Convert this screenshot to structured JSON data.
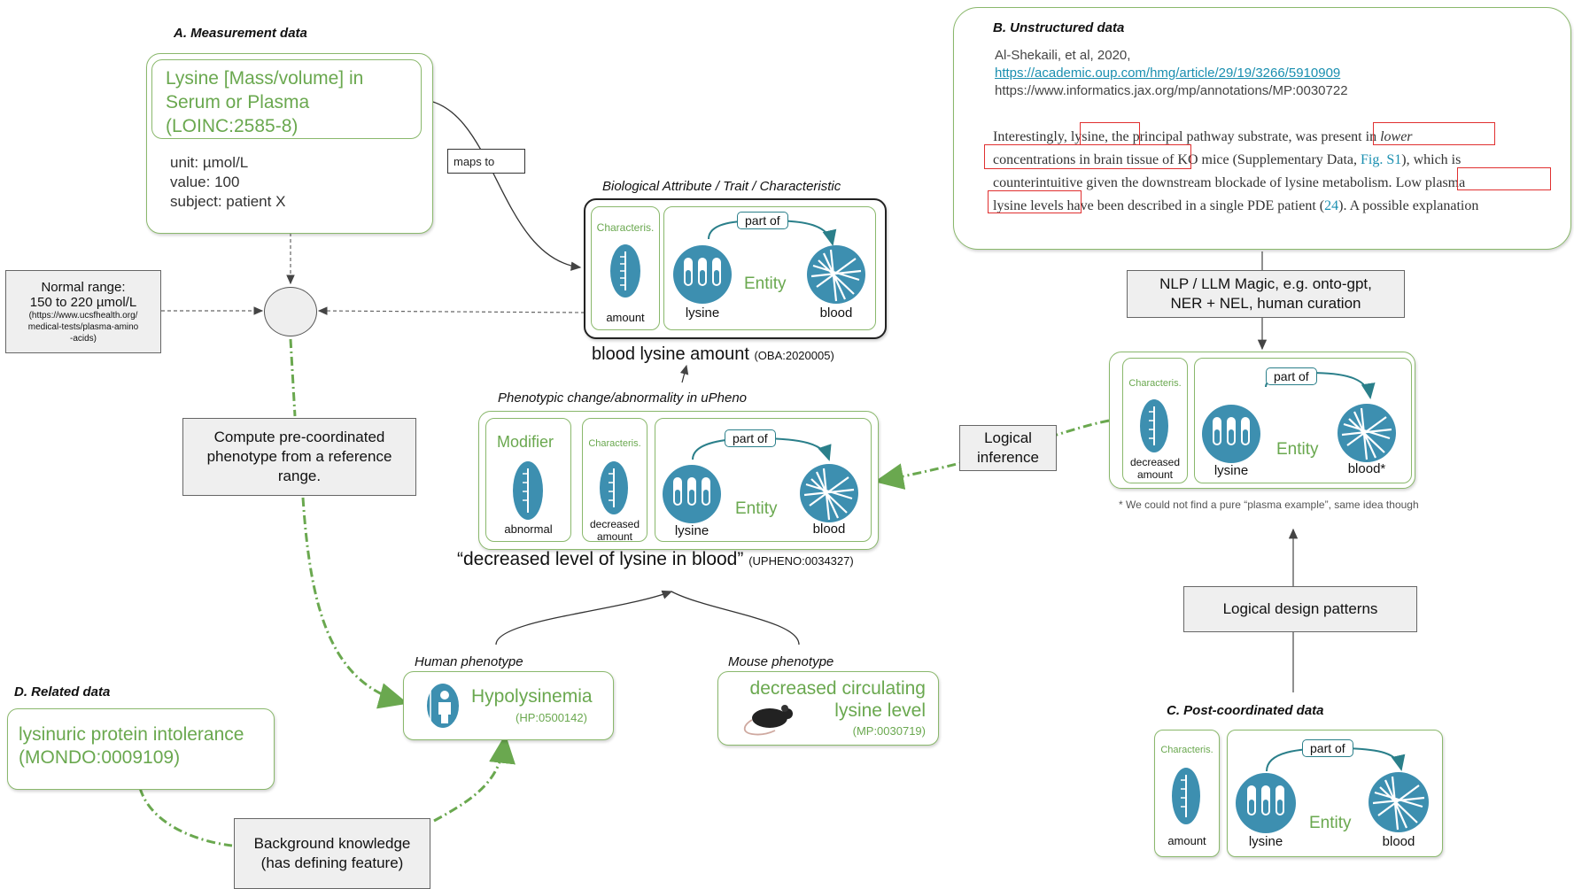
{
  "sections": {
    "a": "A. Measurement data",
    "b": "B. Unstructured data",
    "c": "C. Post-coordinated data",
    "d": "D. Related data"
  },
  "measurement": {
    "loinc_lines": [
      "Lysine [Mass/volume] in",
      "Serum or Plasma",
      "(LOINC:2585-8)"
    ],
    "unit": "unit: µmol/L",
    "value": "value: 100",
    "subject": "subject: patient X"
  },
  "maps_to": "maps to",
  "normal_range": {
    "title": "Normal range:",
    "range": "150 to 220 µmol/L",
    "src1": "(https://www.ucsfhealth.org/",
    "src2": "medical-tests/plasma-amino",
    "src3": "-acids)"
  },
  "compute_box": [
    "Compute pre-coordinated",
    "phenotype from a reference",
    "range."
  ],
  "trait": {
    "caption": "Biological Attribute / Trait / Characteristic",
    "characteristic": "Characteris.",
    "amount": "amount",
    "part_of": "part of",
    "entity": "Entity",
    "lysine": "lysine",
    "blood": "blood",
    "label": "blood lysine amount",
    "id": "(OBA:2020005)"
  },
  "phenotype": {
    "caption": "Phenotypic change/abnormality in uPheno",
    "modifier": "Modifier",
    "abnormal": "abnormal",
    "characteristic": "Characteris.",
    "decreased": "decreased",
    "amount": "amount",
    "part_of": "part of",
    "entity": "Entity",
    "lysine": "lysine",
    "blood": "blood",
    "label": "“decreased level of lysine in blood”",
    "id": "(UPHENO:0034327)"
  },
  "human": {
    "caption": "Human phenotype",
    "name": "Hypolysinemia",
    "id": "(HP:0500142)"
  },
  "mouse": {
    "caption": "Mouse phenotype",
    "line1": "decreased circulating",
    "line2": "lysine level",
    "id": "(MP:0030719)"
  },
  "related": {
    "line1": "lysinuric protein intolerance",
    "line2": "(MONDO:0009109)"
  },
  "background": [
    "Background knowledge",
    "(has defining feature)"
  ],
  "unstructured": {
    "cite": "Al-Shekaili, et al, 2020,",
    "link": "https://academic.oup.com/hmg/article/29/19/3266/5910909",
    "jax": "https://www.informatics.jax.org/mp/annotations/MP:0030722",
    "l1a": "Interestingly, ",
    "l1b": "lysine,",
    "l1c": " the principal pathway substrate, was ",
    "l1d": "present in ",
    "l1e": "lower",
    "l2a": "concentrations in brain tissue",
    "l2b": " of KO mice (Supplementary Data, ",
    "l2c": "Fig. S1",
    "l2d": "), which is",
    "l3a": "counterintuitive given the downstream blockade of lysine metabolism. ",
    "l3b": "Low plasma",
    "l4a": "lysine levels",
    "l4b": " have been described in a single PDE patient (",
    "l4c": "24",
    "l4d": "). A possible explanation"
  },
  "nlp": [
    "NLP / LLM Magic, e.g. onto-gpt,",
    "NER + NEL, human curation"
  ],
  "logical_inference": [
    "Logical",
    "inference"
  ],
  "nlp_result": {
    "characteristic": "Characteris.",
    "decreased": "decreased",
    "amount": "amount",
    "part_of": "part of",
    "entity": "Entity",
    "lysine": "lysine",
    "blood": "blood*",
    "note": "* We could not find a pure “plasma example”, same idea though"
  },
  "design_patterns": "Logical design patterns",
  "postcoord": {
    "characteristic": "Characteris.",
    "amount": "amount",
    "part_of": "part of",
    "entity": "Entity",
    "lysine": "lysine",
    "blood": "blood"
  },
  "colors": {
    "green": "#6aa84f",
    "teal": "#3d8fb0",
    "arrow": "#444444"
  }
}
